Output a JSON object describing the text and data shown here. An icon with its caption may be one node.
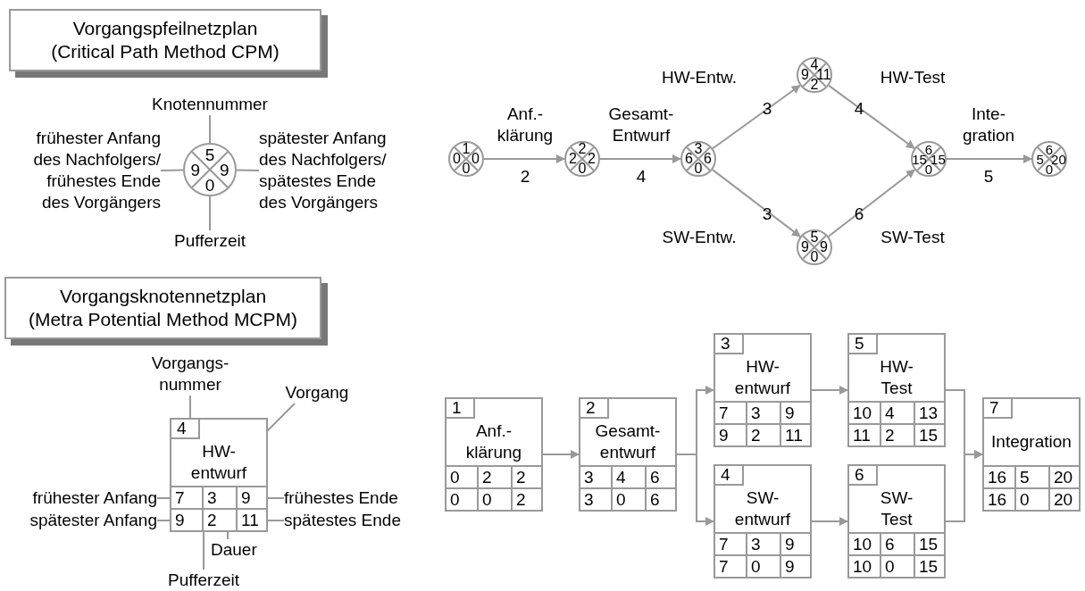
{
  "diagram": {
    "nodes": [
      {
        "text": [
          "Vorgangspfeilnetzplan",
          "(Critical Path Method CPM)"
        ]
      },
      {
        "text": [
          "5",
          "9",
          "9",
          "0"
        ]
      },
      {
        "text": [
          "Knotennummer"
        ]
      },
      {
        "text": [
          "frühester Anfang des Nachfolgers/ frühestes Ende des Vorgängers"
        ]
      },
      {
        "text": [
          "spätester Anfang des Nachfolgers/ spätestes Ende des Vorgängers"
        ]
      },
      {
        "text": [
          "Pufferzeit"
        ]
      },
      {
        "text": [
          "1",
          "0",
          "0",
          "0"
        ]
      },
      {
        "text": [
          "2",
          "2",
          "2",
          "0"
        ]
      },
      {
        "text": [
          "3",
          "6",
          "6",
          "0"
        ]
      },
      {
        "text": [
          "4",
          "9",
          "11",
          "2"
        ]
      },
      {
        "text": [
          "5",
          "9",
          "9",
          "0"
        ]
      },
      {
        "text": [
          "6",
          "15",
          "15",
          "0"
        ]
      },
      {
        "text": [
          "6",
          "5",
          "20",
          "0"
        ]
      },
      {
        "text": [
          "Vorgangsknotennetzplan",
          "(Metra Potential Method MCPM)"
        ]
      },
      {
        "text": [
          "4",
          "HW- entwurf",
          "7",
          "3",
          "9",
          "9",
          "2",
          "11"
        ]
      },
      {
        "text": [
          "Vorgangs- nummer"
        ]
      },
      {
        "text": [
          "Vorgang"
        ]
      },
      {
        "text": [
          "frühester Anfang"
        ]
      },
      {
        "text": [
          "frühestes Ende"
        ]
      },
      {
        "text": [
          "spätester Anfang"
        ]
      },
      {
        "text": [
          "spätestes Ende"
        ]
      },
      {
        "text": [
          "Dauer"
        ]
      },
      {
        "text": [
          "Pufferzeit"
        ]
      },
      {
        "text": [
          "1",
          "Anf.- klärung",
          "0",
          "2",
          "2",
          "0",
          "0",
          "2"
        ]
      },
      {
        "text": [
          "2",
          "Gesamt- entwurf",
          "3",
          "4",
          "6",
          "3",
          "0",
          "6"
        ]
      },
      {
        "text": [
          "3",
          "HW- entwurf",
          "7",
          "3",
          "9",
          "9",
          "2",
          "11"
        ]
      },
      {
        "text": [
          "4",
          "SW- entwurf",
          "7",
          "3",
          "9",
          "7",
          "0",
          "9"
        ]
      },
      {
        "text": [
          "5",
          "HW- Test",
          "10",
          "4",
          "13",
          "11",
          "2",
          "15"
        ]
      },
      {
        "text": [
          "6",
          "SW- Test",
          "10",
          "6",
          "15",
          "10",
          "0",
          "15"
        ]
      },
      {
        "text": [
          "7",
          "Integration",
          "16",
          "5",
          "20",
          "16",
          "0",
          "20"
        ]
      }
    ],
    "edges": [
      {
        "from": 2,
        "to": 1,
        "arrow": "none"
      },
      {
        "from": 3,
        "to": 1,
        "arrow": "none"
      },
      {
        "from": 4,
        "to": 1,
        "arrow": "none"
      },
      {
        "from": 5,
        "to": 1,
        "arrow": "none"
      },
      {
        "from": 6,
        "to": 7,
        "arrow": "to",
        "label": "Anf.- klärung"
      },
      {
        "from": 7,
        "to": 8,
        "arrow": "to",
        "label": "Gesamt- Entwurf"
      },
      {
        "from": 8,
        "to": 9,
        "arrow": "to",
        "label": "HW-Entw."
      },
      {
        "from": 8,
        "to": 10,
        "arrow": "to",
        "label": "SW-Entw."
      },
      {
        "from": 9,
        "to": 11,
        "arrow": "to",
        "label": "HW-Test"
      },
      {
        "from": 10,
        "to": 11,
        "arrow": "to",
        "label": "SW-Test"
      },
      {
        "from": 11,
        "to": 12,
        "arrow": "to",
        "label": "Inte- gration"
      },
      {
        "from": 15,
        "to": 14,
        "arrow": "none"
      },
      {
        "from": 16,
        "to": 14,
        "arrow": "none"
      },
      {
        "from": 17,
        "to": 14,
        "arrow": "none"
      },
      {
        "from": 18,
        "to": 14,
        "arrow": "none"
      },
      {
        "from": 19,
        "to": 14,
        "arrow": "none"
      },
      {
        "from": 20,
        "to": 14,
        "arrow": "none"
      },
      {
        "from": 21,
        "to": 14,
        "arrow": "none"
      },
      {
        "from": 22,
        "to": 14,
        "arrow": "none"
      },
      {
        "from": 23,
        "to": 24,
        "arrow": "to"
      },
      {
        "from": 24,
        "to": 25,
        "arrow": "to"
      },
      {
        "from": 24,
        "to": 26,
        "arrow": "to"
      },
      {
        "from": 25,
        "to": 27,
        "arrow": "to"
      },
      {
        "from": 26,
        "to": 28,
        "arrow": "to"
      },
      {
        "from": 27,
        "to": 29,
        "arrow": "to"
      },
      {
        "from": 28,
        "to": 29,
        "arrow": "to"
      }
    ],
    "labels": [
      "2",
      "4",
      "3",
      "3",
      "4",
      "6",
      "5"
    ]
  }
}
